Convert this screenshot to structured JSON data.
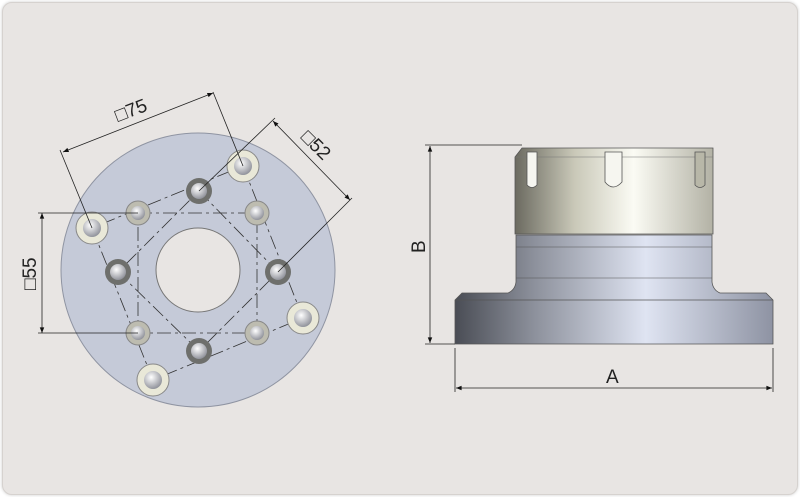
{
  "top_view": {
    "dim_75": "□75",
    "dim_52": "□52",
    "dim_55": "□55"
  },
  "side_view": {
    "dim_a": "A",
    "dim_b": "B"
  },
  "colors": {
    "background": "#e8e5e3",
    "flange_face": "#c5cad8",
    "line": "#222222"
  }
}
